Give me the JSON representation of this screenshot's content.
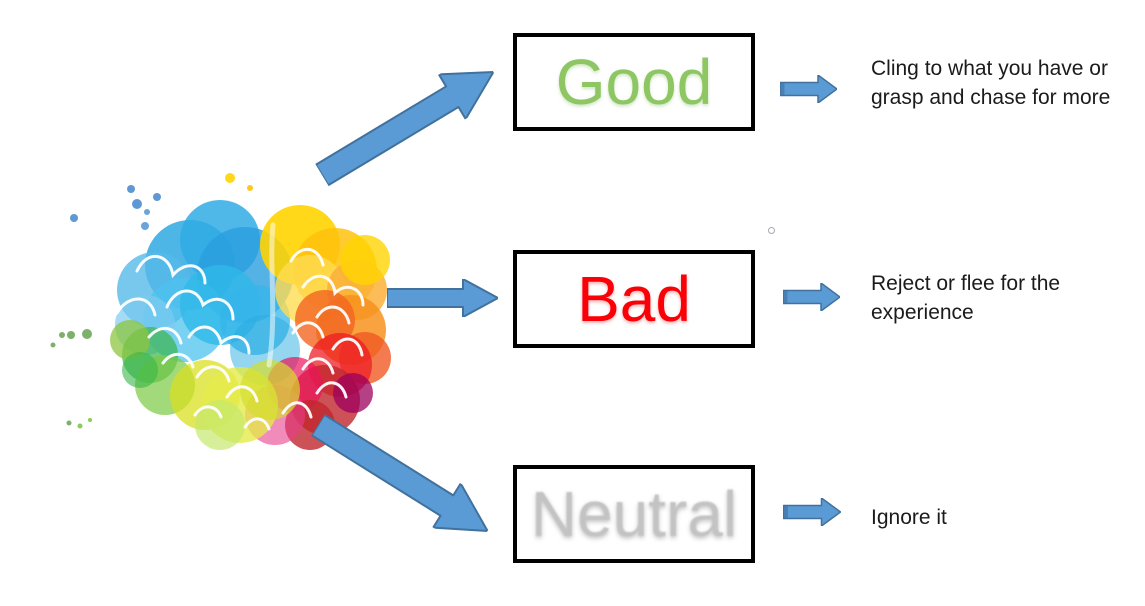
{
  "colors": {
    "arrow_fill": "#5B9BD5",
    "arrow_border": "#41719C",
    "arrow_bevel": "#3E6A9A",
    "box_border": "#000000",
    "good_text": "#8DC663",
    "bad_text": "#FB0007",
    "neutral_text": "#C3C3C3",
    "description_text": "#1B1B1B"
  },
  "brain_image": "colorful-watercolor-brain-illustration",
  "rows": [
    {
      "id": "good",
      "label": "Good",
      "description": "Cling to what you have or\ngrasp and chase for more"
    },
    {
      "id": "bad",
      "label": "Bad",
      "description": "Reject or flee for the\nexperience"
    },
    {
      "id": "neutral",
      "label": "Neutral",
      "description": "Ignore it"
    }
  ]
}
